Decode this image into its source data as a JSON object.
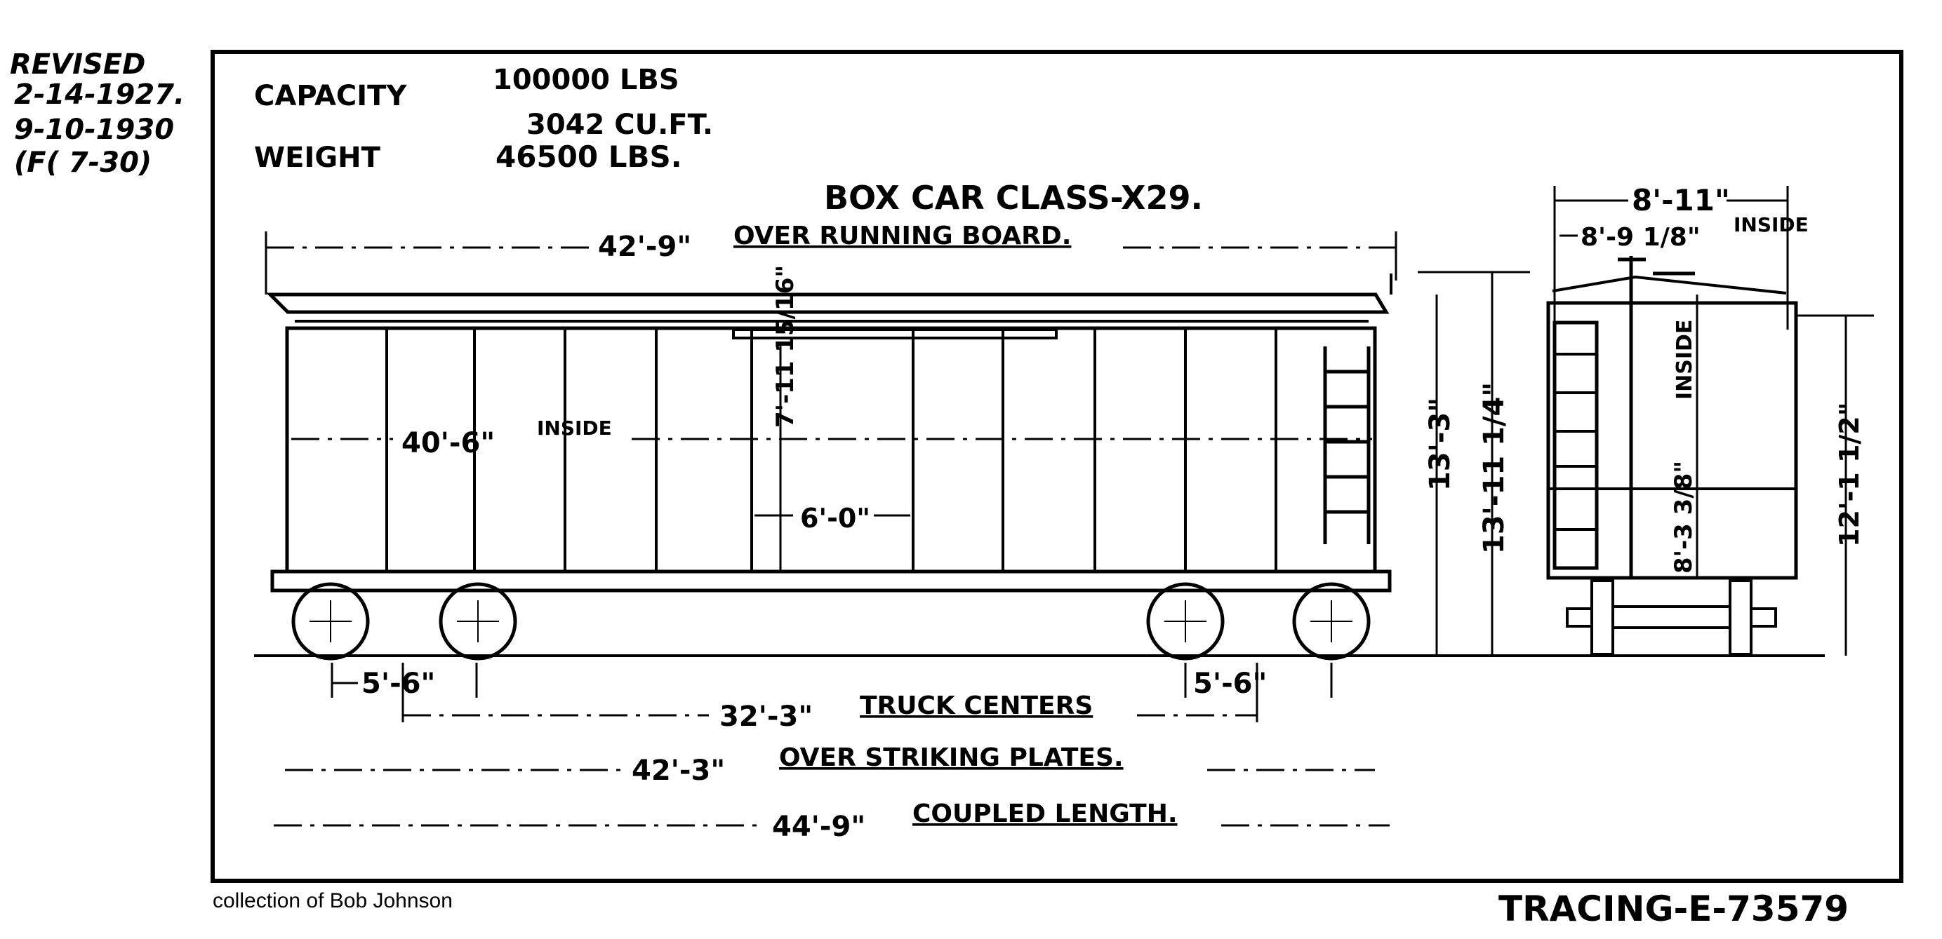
{
  "revision": {
    "label": "REVISED",
    "dates": [
      "2-14-1927.",
      "9-10-1930",
      "(F( 7-30)"
    ]
  },
  "specs": {
    "capacity_label": "CAPACITY",
    "capacity_lbs": "100000 LBS",
    "capacity_cuft": "3042 CU.FT.",
    "weight_label": "WEIGHT",
    "weight": "46500 LBS."
  },
  "title": "BOX CAR CLASS-X29.",
  "dimensions": {
    "over_running_board": "42'-9\"",
    "over_running_board_label": "OVER RUNNING BOARD.",
    "inside_length": "40'-6\"",
    "inside_length_label": "INSIDE",
    "door_height": "7'-11 15/16\"",
    "door_width": "6'-0\"",
    "height_a": "13'-3\"",
    "height_b": "13'-11 1/4\"",
    "wheelbase_left": "5'-6\"",
    "wheelbase_right": "5'-6\"",
    "truck_centers": "32'-3\"",
    "truck_centers_label": "TRUCK CENTERS",
    "over_striking_plates": "42'-3\"",
    "over_striking_plates_label": "OVER STRIKING PLATES.",
    "coupled_length": "44'-9\"",
    "coupled_length_label": "COUPLED LENGTH.",
    "end_width": "8'-11\"",
    "end_inside_width": "8'-9 1/8\"",
    "end_inside_width_label": "INSIDE",
    "end_inside_height": "8'-3 3/8\"",
    "end_inside_height_label": "INSIDE",
    "end_height": "12'-1 1/2\""
  },
  "credit": "collection of Bob Johnson",
  "tracing_number": "TRACING-E-73579"
}
